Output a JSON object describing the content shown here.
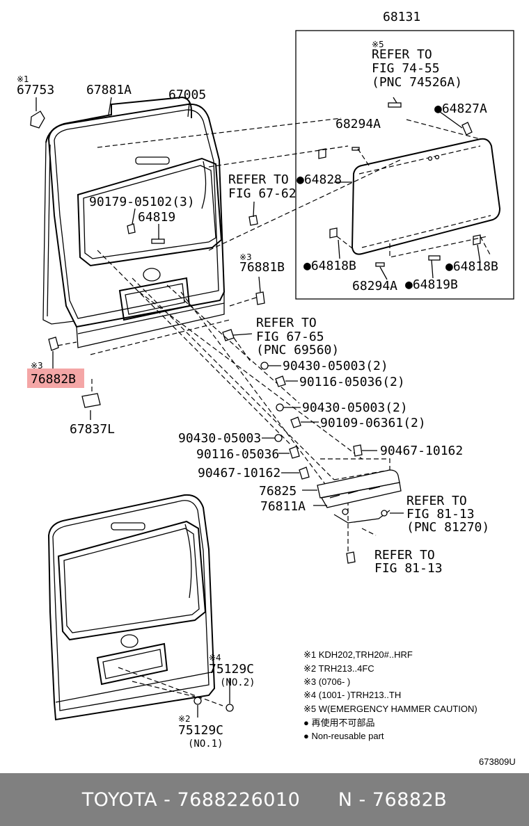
{
  "diagram": {
    "labels": {
      "p68131": "68131",
      "refer_74_55_mark": "※5",
      "refer_74_55_l1": "REFER TO",
      "refer_74_55_l2": "FIG 74-55",
      "refer_74_55_l3": "(PNC 74526A)",
      "p64827a": "●64827A",
      "p68294a_top": "68294A",
      "p64828": "●64828",
      "p64818b_left": "●64818B",
      "p64818b_right": "●64818B",
      "p68294a_bottom": "68294A",
      "p64819b": "●64819B",
      "p67753_mark": "※1",
      "p67753": "67753",
      "p67881a": "67881A",
      "p67005": "67005",
      "refer_67_62_l1": "REFER TO",
      "refer_67_62_l2": "FIG 67-62",
      "p90179": "90179-05102(3)",
      "p64819": "64819",
      "p76881b_mark": "※3",
      "p76881b": "76881B",
      "refer_67_65_l1": "REFER TO",
      "refer_67_65_l2": "FIG 67-65",
      "refer_67_65_l3": "(PNC 69560)",
      "p76882b_mark": "※3",
      "p76882b": "76882B",
      "p67837l": "67837L",
      "p90430_a": "90430-05003(2)",
      "p90116_a": "90116-05036(2)",
      "p90430_b": "90430-05003(2)",
      "p90109": "90109-06361(2)",
      "p90430_c": "90430-05003",
      "p90467_a": "90467-10162",
      "p90116_b": "90116-05036",
      "p90467_b": "90467-10162",
      "p76825": "76825",
      "p76811a": "76811A",
      "refer_81_13a_l1": "REFER TO",
      "refer_81_13a_l2": "FIG 81-13",
      "refer_81_13a_l3": "(PNC 81270)",
      "refer_81_13b_l1": "REFER TO",
      "refer_81_13b_l2": "FIG 81-13",
      "p75129c_top_mark": "※4",
      "p75129c_top": "75129C",
      "p75129c_top_no": "(NO.2)",
      "p75129c_bot_mark": "※2",
      "p75129c_bot": "75129C",
      "p75129c_bot_no": "(NO.1)",
      "figure_id": "673809U"
    },
    "notes": [
      "※1 KDH202,TRH20#..HRF",
      "※2 TRH213..4FC",
      "※3 (0706-        )",
      "※4 (1001-        )TRH213..TH",
      "※5 W(EMERGENCY HAMMER CAUTION)",
      "● 再使用不可部品",
      "● Non-reusable part"
    ],
    "highlight_color": "#f4a6a6"
  },
  "footer": {
    "text": "TOYOTA - 7688226010      N - 76882B",
    "background": "#808080"
  }
}
